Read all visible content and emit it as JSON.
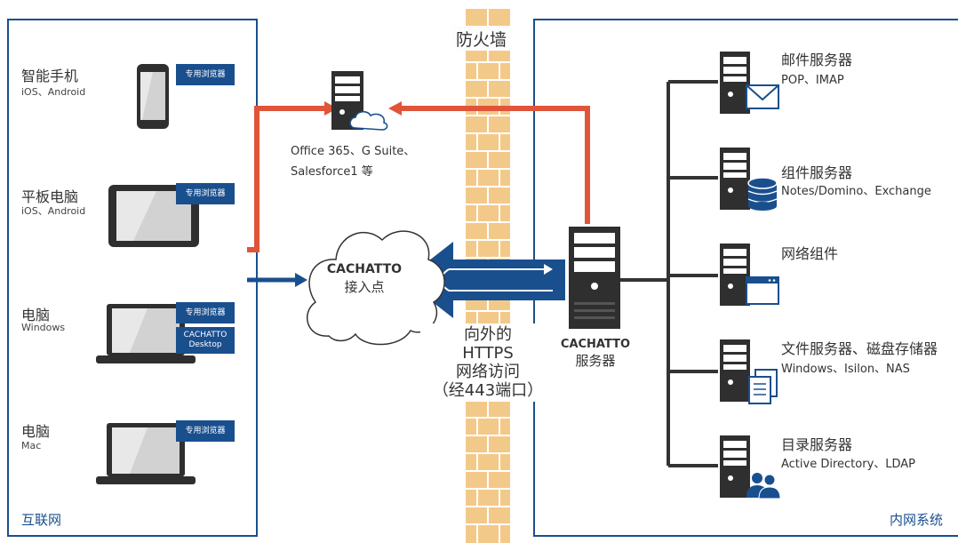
{
  "colors": {
    "blue": "#1a4f8e",
    "red": "#e0543a",
    "brick": "#f3c98a",
    "brick_line": "#ffffff",
    "server_dark": "#2f2f2f",
    "line_dark": "#333333"
  },
  "regions": {
    "internet_label": "互联网",
    "intranet_label": "内网系统"
  },
  "firewall": {
    "label": "防火墙"
  },
  "devices": [
    {
      "name": "智能手机",
      "os": "iOS、Android",
      "badges": [
        "专用浏览器"
      ],
      "icon": "smartphone-icon"
    },
    {
      "name": "平板电脑",
      "os": "iOS、Android",
      "badges": [
        "专用浏览器"
      ],
      "icon": "tablet-icon"
    },
    {
      "name": "电脑",
      "os": "Windows",
      "badges": [
        "专用浏览器",
        "CACHATTO",
        "Desktop"
      ],
      "icon": "laptop-icon"
    },
    {
      "name": "电脑",
      "os": "Mac",
      "badges": [
        "专用浏览器"
      ],
      "icon": "laptop-icon"
    }
  ],
  "cloud_service": {
    "line1": "Office 365、G Suite、",
    "line2": "Salesforce1 等",
    "icon": "cloud-server-icon"
  },
  "access_point": {
    "line1": "CACHATTO",
    "line2": "接入点",
    "icon": "cloud-icon"
  },
  "https": {
    "lines": [
      "向外的",
      "HTTPS",
      "网络访问",
      "（经443端口）"
    ]
  },
  "cachatto_server": {
    "line1": "CACHATTO",
    "line2": "服务器",
    "icon": "server-icon"
  },
  "internal_servers": [
    {
      "name": "邮件服务器",
      "detail": "POP、IMAP",
      "icon": "mail-icon"
    },
    {
      "name": "组件服务器",
      "detail": "Notes/Domino、Exchange",
      "icon": "database-icon"
    },
    {
      "name": "网络组件",
      "detail": "",
      "icon": "browser-window-icon"
    },
    {
      "name": "文件服务器、磁盘存储器",
      "detail": "Windows、Isilon、NAS",
      "icon": "files-icon"
    },
    {
      "name": "目录服务器",
      "detail": "Active Directory、LDAP",
      "icon": "users-icon"
    }
  ]
}
